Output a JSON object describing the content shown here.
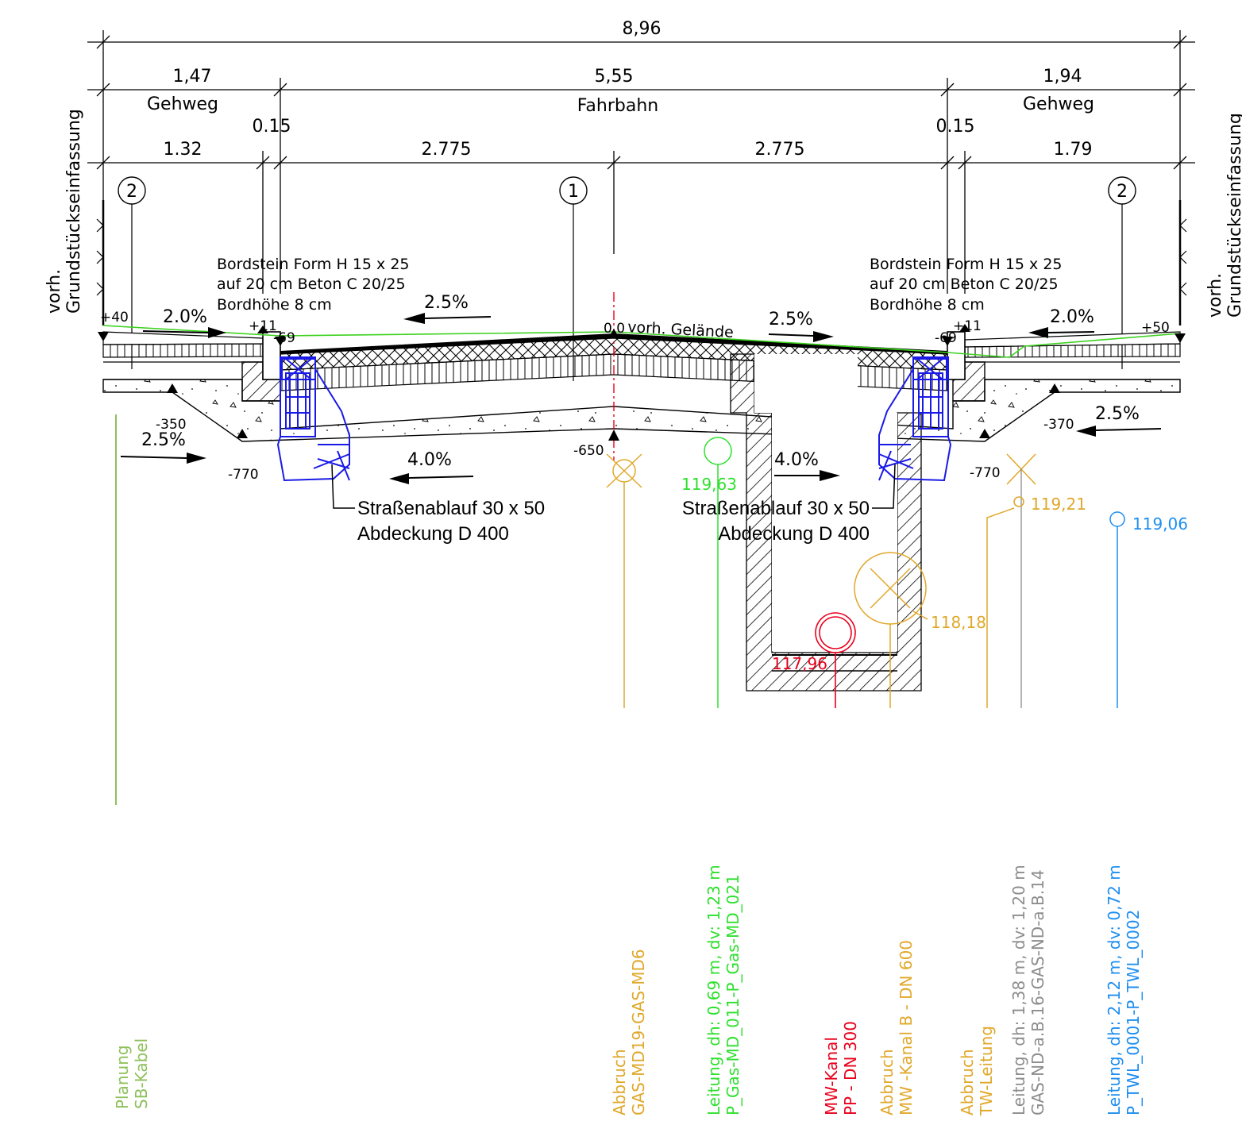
{
  "dimensions": {
    "total": "8,96",
    "left_sidewalk": "1,47",
    "roadway": "5,55",
    "right_sidewalk": "1,94",
    "left_curb_gap": "0.15",
    "right_curb_gap": "0.15",
    "left_sub": "1.32",
    "half_left": "2.775",
    "half_right": "2.775",
    "right_sub": "1.79"
  },
  "zones": {
    "left": "Gehweg",
    "center": "Fahrbahn",
    "right": "Gehweg"
  },
  "boundary_labels": {
    "left_line1": "vorh.",
    "left_line2": "Grundstückseinfassung",
    "right_line1": "vorh.",
    "right_line2": "Grundstückseinfassung"
  },
  "markers": {
    "left": "2",
    "center": "1",
    "right": "2"
  },
  "curb_notes": {
    "left": [
      "Bordstein Form H 15 x 25",
      "auf 20 cm Beton C 20/25",
      "Bordhöhe 8 cm"
    ],
    "right": [
      "Bordstein Form H 15 x 25",
      "auf 20 cm Beton C 20/25",
      "Bordhöhe 8 cm"
    ]
  },
  "terrain_label": "vorh. Gelände",
  "elevations": {
    "left_edge": "+40",
    "left_curb_top": "+11",
    "left_gutter": "-69",
    "center": "0,0",
    "right_gutter": "-69",
    "right_curb_top": "+11",
    "right_edge": "+50",
    "left_base": "-350",
    "left_formation": "-770",
    "center_formation": "-650",
    "right_formation": "-770",
    "right_base": "-370"
  },
  "slopes": {
    "left_sidewalk": "2.0%",
    "left_road": "2.5%",
    "right_road": "2.5%",
    "right_sidewalk": "2.0%",
    "left_sub": "2.5%",
    "left_formation": "4.0%",
    "right_formation": "4.0%",
    "right_sub": "2.5%"
  },
  "drain_callouts": {
    "left": [
      "Straßenablauf 30 x 50",
      "Abdeckung D 400"
    ],
    "right": [
      "Straßenablauf 30 x 50",
      "Abdeckung D 400"
    ]
  },
  "pipe_heights": {
    "gas_new": "119,63",
    "gas_old": "119,21",
    "water": "119,06",
    "sewer_old": "118,18",
    "sewer_new": "117,96"
  },
  "utilities": [
    {
      "lines": [
        "Planung",
        "SB-Kabel"
      ],
      "color": "#8dc05a"
    },
    {
      "lines": [
        "Abbruch",
        "GAS-MD19-GAS-MD6"
      ],
      "color": "#e0a82b"
    },
    {
      "lines": [
        "Leitung, dh: 0,69 m, dv: 1,23 m",
        "P_Gas-MD_011-P_Gas-MD_021"
      ],
      "color": "#2ee02e"
    },
    {
      "lines": [
        "MW-Kanal",
        "PP - DN 300"
      ],
      "color": "#e8001c"
    },
    {
      "lines": [
        "Abbruch",
        "MW -Kanal B - DN 600"
      ],
      "color": "#e0a82b"
    },
    {
      "lines": [
        "Abbruch",
        "TW-Leitung"
      ],
      "color": "#e0a82b"
    },
    {
      "lines": [
        "Leitung, dh: 1,38 m, dv: 1,20 m",
        "GAS-ND-a.B.16-GAS-ND-a.B.14"
      ],
      "color": "#8c8c8c"
    },
    {
      "lines": [
        "Leitung, dh: 2,12 m, dv: 0,72 m",
        "P_TWL_0001-P_TWL_0002"
      ],
      "color": "#1e8ef0"
    }
  ],
  "colors": {
    "terrain": "#3cd21e",
    "drain": "#1a1ae6",
    "axis": "#e8001c"
  }
}
